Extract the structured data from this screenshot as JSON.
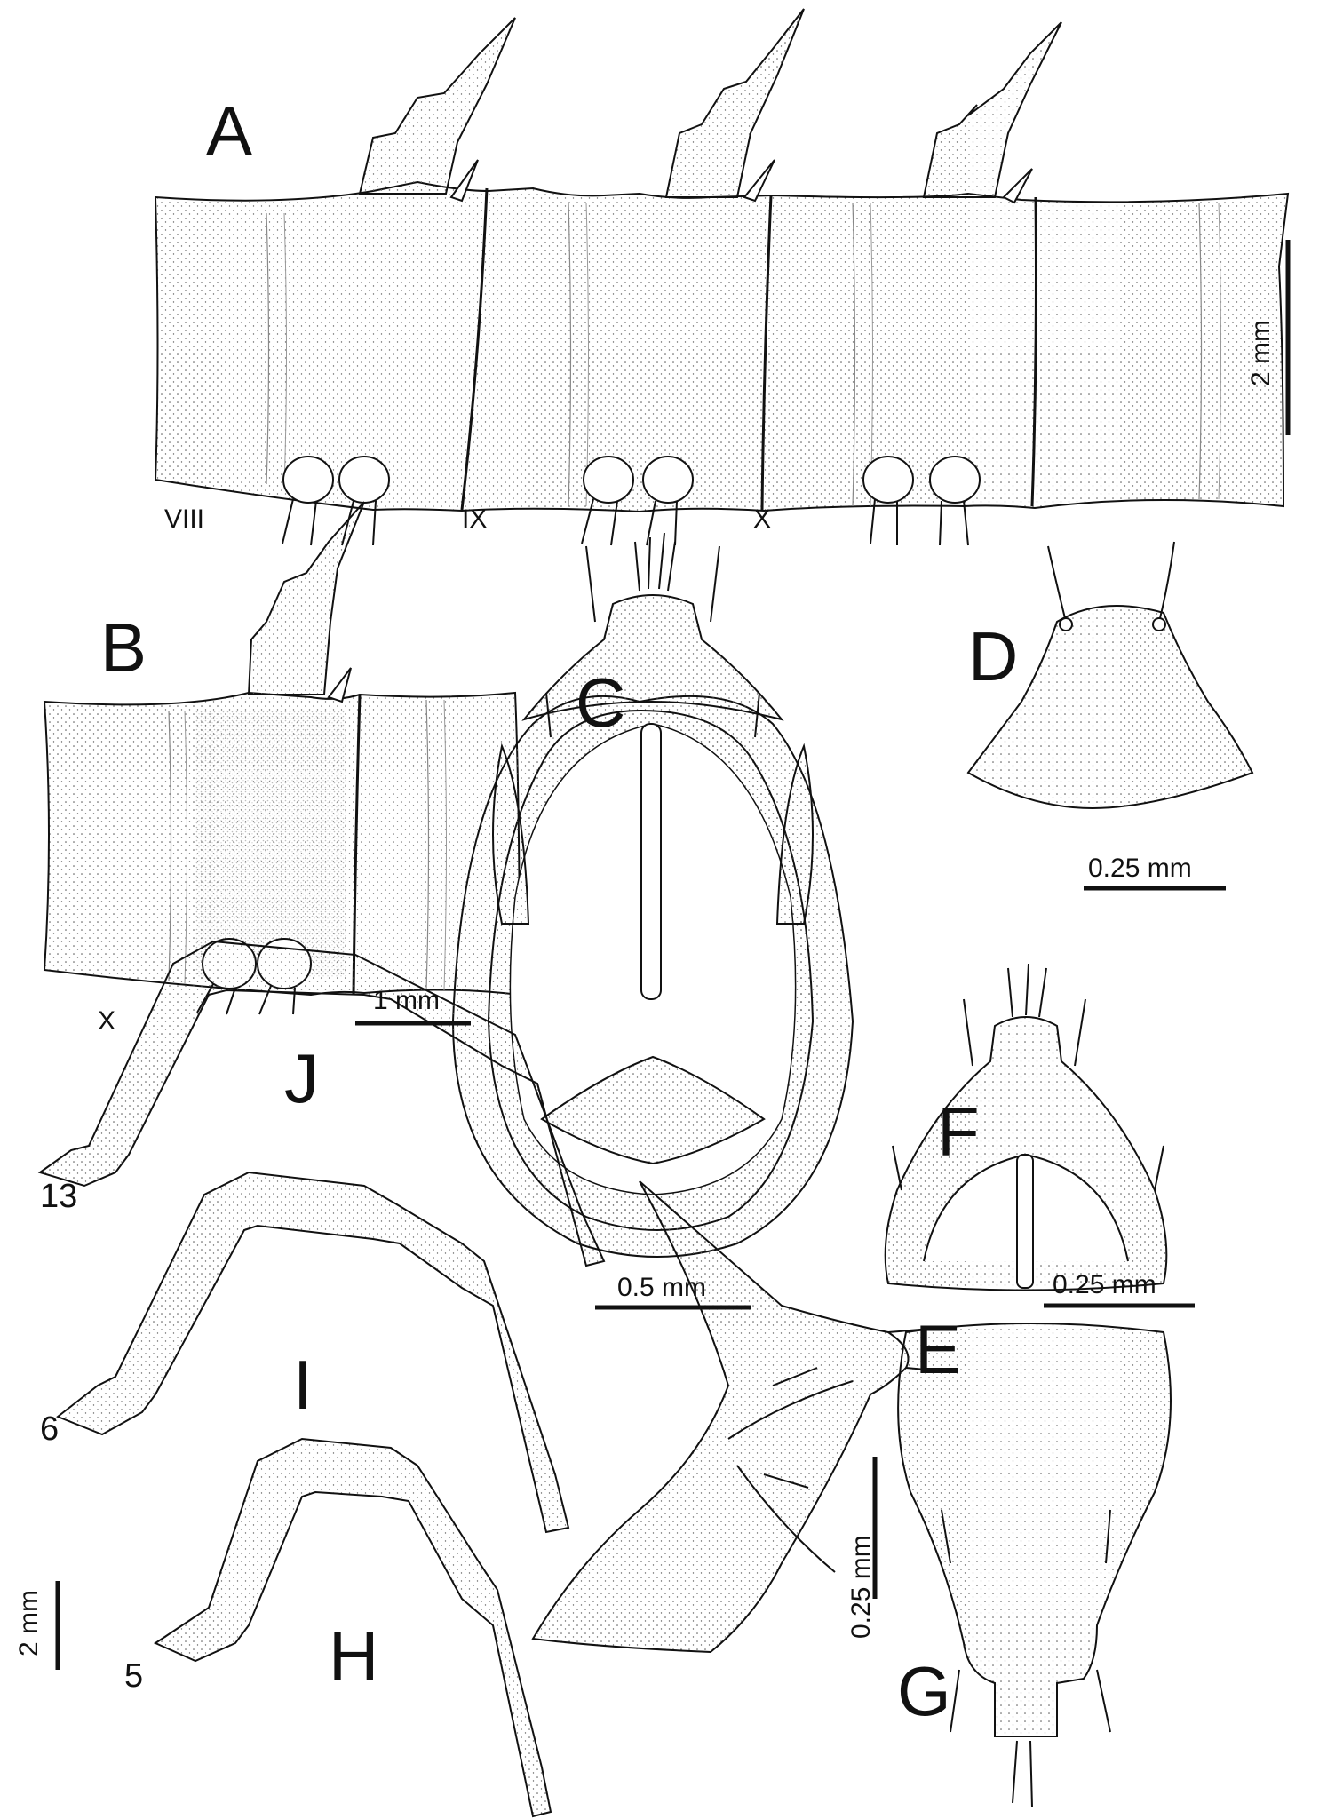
{
  "panels": {
    "A": "A",
    "B": "B",
    "C": "C",
    "D": "D",
    "E": "E",
    "F": "F",
    "G": "G",
    "H": "H",
    "I": "I",
    "J": "J"
  },
  "segments": {
    "viii": "VIII",
    "ix": "IX",
    "x_a": "X",
    "x_b": "X"
  },
  "legs": {
    "leg13": "13",
    "leg6": "6",
    "leg5": "5"
  },
  "scale_bars": {
    "a": "2 mm",
    "b": "1 mm",
    "c": "0.5 mm",
    "d": "0.25 mm",
    "e": "0.25 mm",
    "f": "0.25 mm",
    "legs": "2 mm"
  },
  "colors": {
    "ink": "#111111",
    "stipple": "#555555",
    "paper": "#ffffff"
  }
}
